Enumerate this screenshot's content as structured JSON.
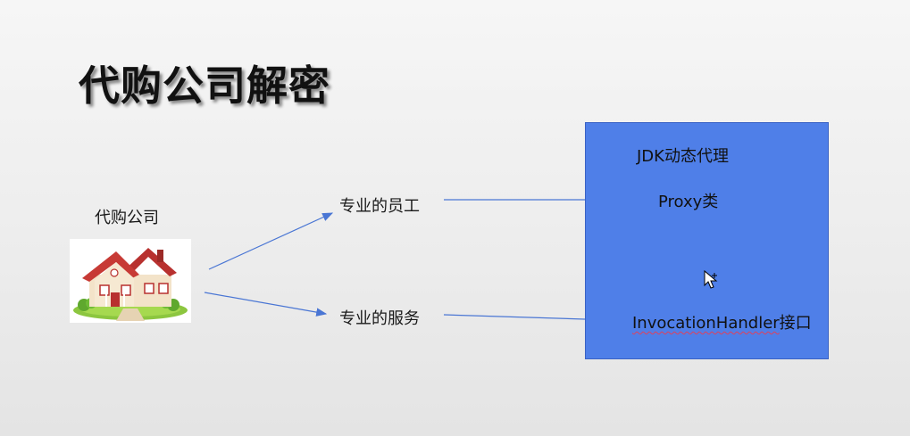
{
  "title": "代购公司解密",
  "left": {
    "company_label": "代购公司",
    "house_icon": "house-icon"
  },
  "middle": {
    "staff_label": "专业的员工",
    "service_label": "专业的服务"
  },
  "proxy_box": {
    "jdk_label": "JDK动态代理",
    "proxy_label": "Proxy类",
    "handler_word": "InvocationHandler",
    "handler_suffix": "接口",
    "fill_color": "#4f7fe8"
  },
  "colors": {
    "arrow": "#4a76d4",
    "line": "#4a76d4",
    "background": "#eeeeee"
  },
  "cursor_icon": "move-cursor-icon"
}
